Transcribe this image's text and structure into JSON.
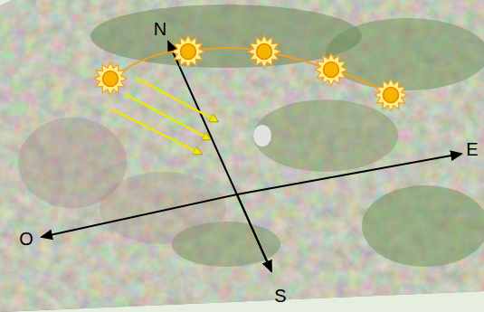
{
  "diagram": {
    "labels": [
      "N",
      "E",
      "S",
      "O"
    ]
  }
}
